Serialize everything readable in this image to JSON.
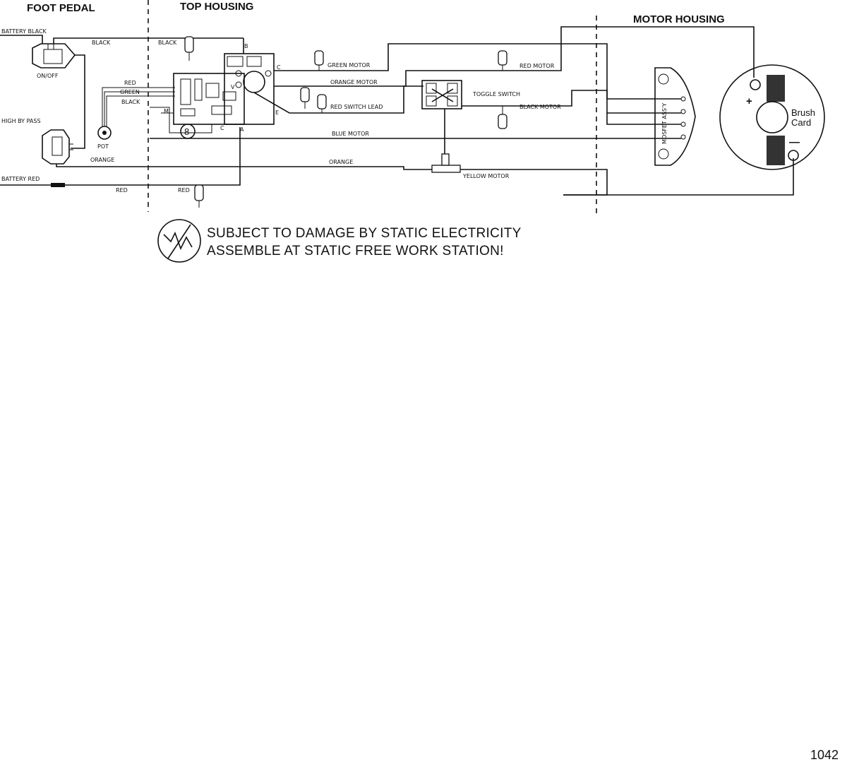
{
  "sections": {
    "foot_pedal": "FOOT PEDAL",
    "top_housing": "TOP HOUSING",
    "motor_housing": "MOTOR HOUSING"
  },
  "components": {
    "on_off": "ON/OFF",
    "high_by_pass": "HIGH BY PASS",
    "pot": "POT",
    "toggle_switch": "TOGGLE SWITCH",
    "mosfet_assy": "MOSFET ASS'Y",
    "brush_card_line1": "Brush",
    "brush_card_line2": "Card",
    "plus": "+",
    "minus": "—",
    "board_number": "8"
  },
  "terminals": {
    "b": "B",
    "c": "C",
    "v": "V",
    "e": "E",
    "a": "A",
    "m": "M",
    "c2": "C"
  },
  "wires": {
    "battery_black": "BATTERY BLACK",
    "black_1": "BLACK",
    "black_2": "BLACK",
    "red_pot": "RED",
    "green_pot": "GREEN",
    "black_pot": "BLACK",
    "green_motor": "GREEN MOTOR",
    "orange_motor": "ORANGE MOTOR",
    "red_switch_lead": "RED SWITCH LEAD",
    "red_motor": "RED MOTOR",
    "black_motor": "BLACK MOTOR",
    "blue_motor": "BLUE MOTOR",
    "orange_1": "ORANGE",
    "orange_2": "ORANGE",
    "yellow_motor": "YELLOW MOTOR",
    "battery_red": "BATTERY RED",
    "red_1": "RED",
    "red_2": "RED"
  },
  "warning": {
    "line1": "SUBJECT TO DAMAGE BY STATIC ELECTRICITY",
    "line2": "ASSEMBLE AT STATIC FREE WORK STATION!"
  },
  "page_number": "1042"
}
